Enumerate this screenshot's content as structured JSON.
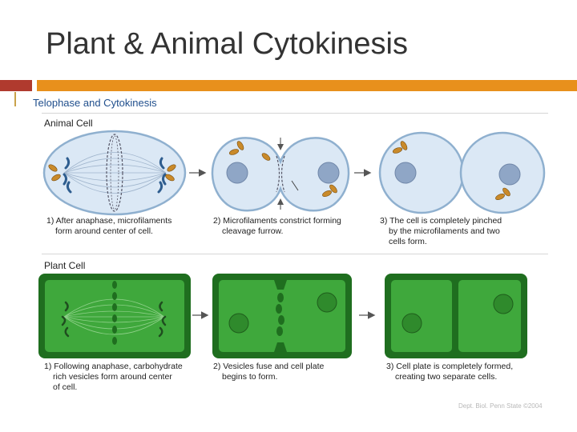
{
  "slide": {
    "title": "Plant & Animal Cytokinesis"
  },
  "figure": {
    "heading": "Telophase and Cytokinesis",
    "animal": {
      "label": "Animal Cell",
      "captions": [
        [
          "1) After anaphase, microfilaments",
          "form around center of cell."
        ],
        [
          "2) Microfilaments constrict forming",
          "cleavage furrow."
        ],
        [
          "3) The cell is completely pinched",
          "by the microfilaments and two",
          "cells form."
        ]
      ]
    },
    "plant": {
      "label": "Plant Cell",
      "captions": [
        [
          "1) Following anaphase, carbohydrate",
          "rich vesicles form around center",
          "of cell."
        ],
        [
          "2) Vesicles fuse and cell plate",
          "begins to form."
        ],
        [
          "3) Cell plate is completely formed,",
          "creating two separate cells."
        ]
      ]
    },
    "credit": "Dept. Biol. Penn State ©2004"
  },
  "colors": {
    "accent_orange": "#e8901c",
    "accent_red": "#b03a2e",
    "animal_fill": "#dbe8f5",
    "animal_edge": "#8fb0cf",
    "nucleus": "#8fa6c6",
    "plant_wall": "#1f6e1f",
    "plant_fill": "#3fa83c",
    "mito": "#c98a2a"
  },
  "icons": [
    "arrow-right-icon",
    "arrow-down-icon",
    "arrow-up-icon"
  ]
}
